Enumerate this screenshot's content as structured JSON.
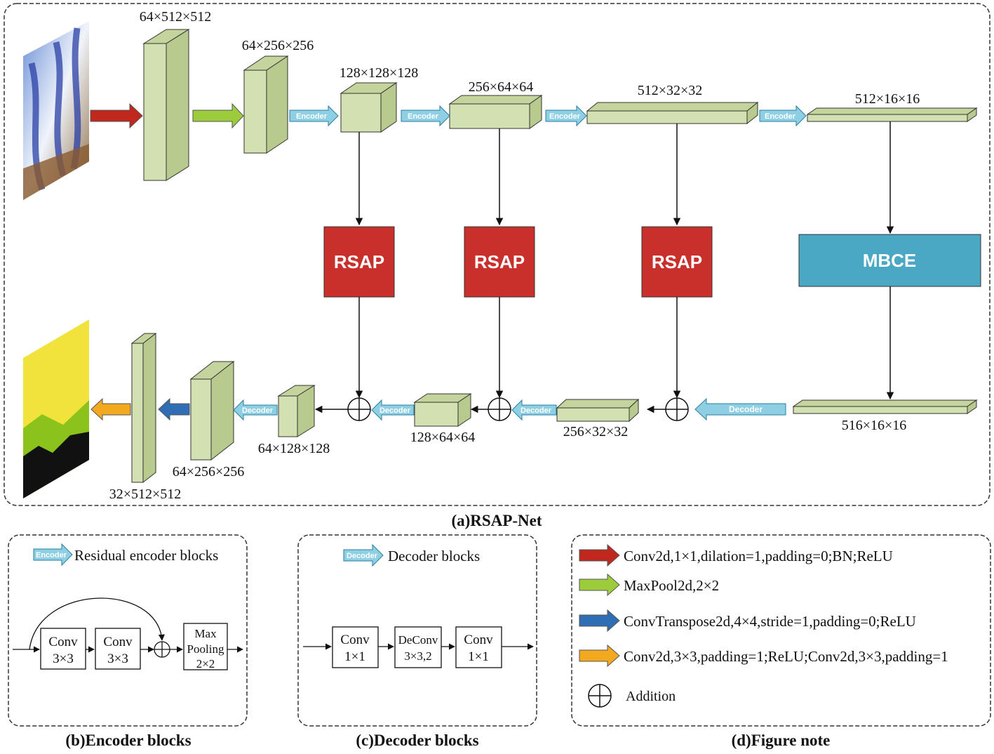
{
  "captions": {
    "a": "(a)RSAP-Net",
    "b": "(b)Encoder blocks",
    "c": "(c)Decoder blocks",
    "d": "(d)Figure note"
  },
  "arrow_labels": {
    "encoder": "Encoder",
    "decoder": "Decoder"
  },
  "modules": {
    "rsap": "RSAP",
    "mbce": "MBCE"
  },
  "encoder_dims": [
    "64×512×512",
    "64×256×256",
    "128×128×128",
    "256×64×64",
    "512×32×32",
    "512×16×16"
  ],
  "decoder_dims": [
    "516×16×16",
    "256×32×32",
    "128×64×64",
    "64×128×128",
    "64×256×256",
    "32×512×512"
  ],
  "encoder_panel": {
    "legend": "Residual encoder blocks",
    "conv1": [
      "Conv",
      "3×3"
    ],
    "conv2": [
      "Conv",
      "3×3"
    ],
    "pool": [
      "Max",
      "Pooling",
      "2×2"
    ]
  },
  "decoder_panel": {
    "legend": "Decoder blocks",
    "conv1": [
      "Conv",
      "1×1"
    ],
    "deconv": [
      "DeConv",
      "3×3,2"
    ],
    "conv2": [
      "Conv",
      "1×1"
    ]
  },
  "legend_items": [
    {
      "text": "Conv2d,1×1,dilation=1,padding=0;BN;ReLU",
      "color": "#c0281e"
    },
    {
      "text": "MaxPool2d,2×2",
      "color": "#9ccc3c"
    },
    {
      "text": "ConvTranspose2d,4×4,stride=1,padding=0;ReLU",
      "color": "#2f6db4"
    },
    {
      "text": "Conv2d,3×3,padding=1;ReLU;Conv2d,3×3,padding=1",
      "color": "#f2a81f"
    }
  ],
  "addition_label": "Addition",
  "colors": {
    "block_face": "#d3e0b2",
    "rsap": "#c9302c",
    "mbce": "#4aa8c4",
    "enc_dec_arrow": "#8fcfe3"
  }
}
